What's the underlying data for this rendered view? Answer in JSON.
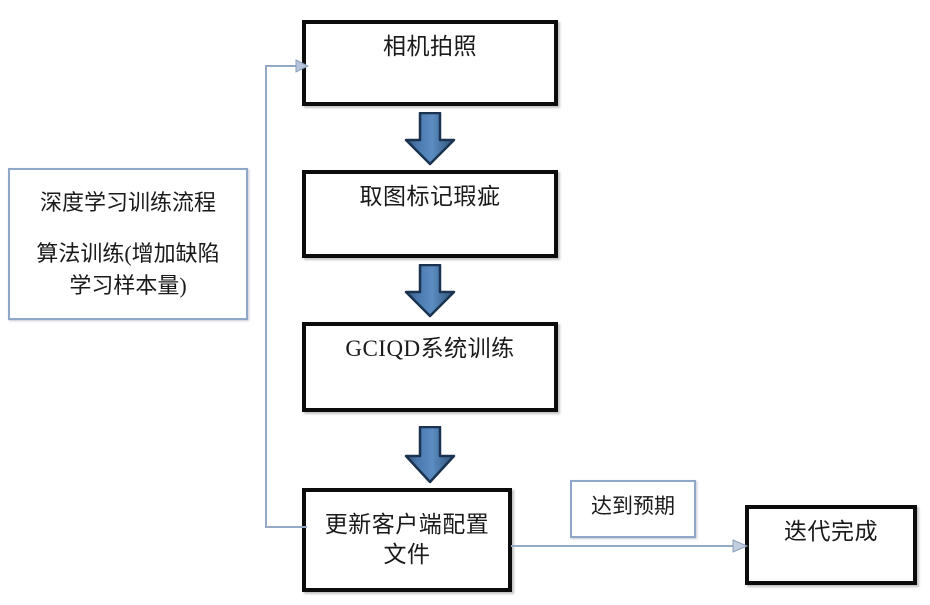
{
  "diagram": {
    "type": "flowchart",
    "title": "深度学习训练流程",
    "background_color": "#ffffff",
    "accent_color": "#4472a8",
    "arrow_line_color": "#93a9c6",
    "box_border_color": "#0c0c0c",
    "note_border_color": "#8fa8c8"
  },
  "sidebar": {
    "heading": "深度学习训练流程",
    "body": "算法训练(增加缺陷\n学习样本量)"
  },
  "nodes": [
    {
      "id": "capture",
      "label": "相机拍照"
    },
    {
      "id": "annotate",
      "label": "取图标记瑕疵"
    },
    {
      "id": "train",
      "label": "GCIQD系统训练"
    },
    {
      "id": "update",
      "label": "更新客户端配置\n文件"
    },
    {
      "id": "done",
      "label": "迭代完成"
    }
  ],
  "labels": {
    "expected": "达到预期"
  },
  "connectors": [
    {
      "id": "capture-to-annotate",
      "style": "block-arrow",
      "direction": "down",
      "from": "capture",
      "to": "annotate"
    },
    {
      "id": "annotate-to-train",
      "style": "block-arrow",
      "direction": "down",
      "from": "annotate",
      "to": "train"
    },
    {
      "id": "train-to-update",
      "style": "block-arrow",
      "direction": "down",
      "from": "train",
      "to": "update"
    },
    {
      "id": "update-to-done",
      "style": "line-arrow",
      "direction": "right",
      "from": "update",
      "to": "done",
      "label": "达到预期"
    },
    {
      "id": "update-to-capture",
      "style": "line-arrow",
      "direction": "feedback-up",
      "from": "update",
      "to": "capture"
    }
  ]
}
